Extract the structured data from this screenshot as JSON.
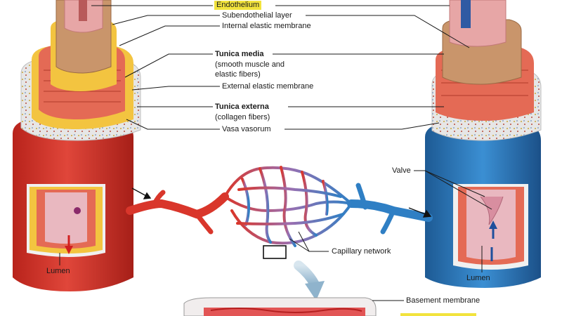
{
  "labels": {
    "endothelium": "Endothelium",
    "subendothelial_layer": "Subendothelial layer",
    "internal_elastic_membrane": "Internal elastic membrane",
    "tunica_media": "Tunica media",
    "tunica_media_detail_1": "(smooth muscle and",
    "tunica_media_detail_2": "elastic fibers)",
    "external_elastic_membrane": "External elastic membrane",
    "tunica_externa": "Tunica externa",
    "tunica_externa_detail": "(collagen fibers)",
    "vasa_vasorum": "Vasa vasorum",
    "valve": "Valve",
    "capillary_network": "Capillary network",
    "lumen_artery": "Lumen",
    "lumen_vein": "Lumen",
    "basement_membrane": "Basement membrane"
  },
  "colors": {
    "artery": "#d9362b",
    "artery_dark": "#a61f18",
    "vein": "#2f7fc4",
    "vein_dark": "#1d5a94",
    "tunica_externa": "#ececec",
    "tunica_media": "#e46a55",
    "elastic_yellow": "#f3c440",
    "subendothelial": "#c9956b",
    "endothelium": "#e7a6a6",
    "highlight": "#f2e33d",
    "leader_line": "#1a1a1a"
  }
}
